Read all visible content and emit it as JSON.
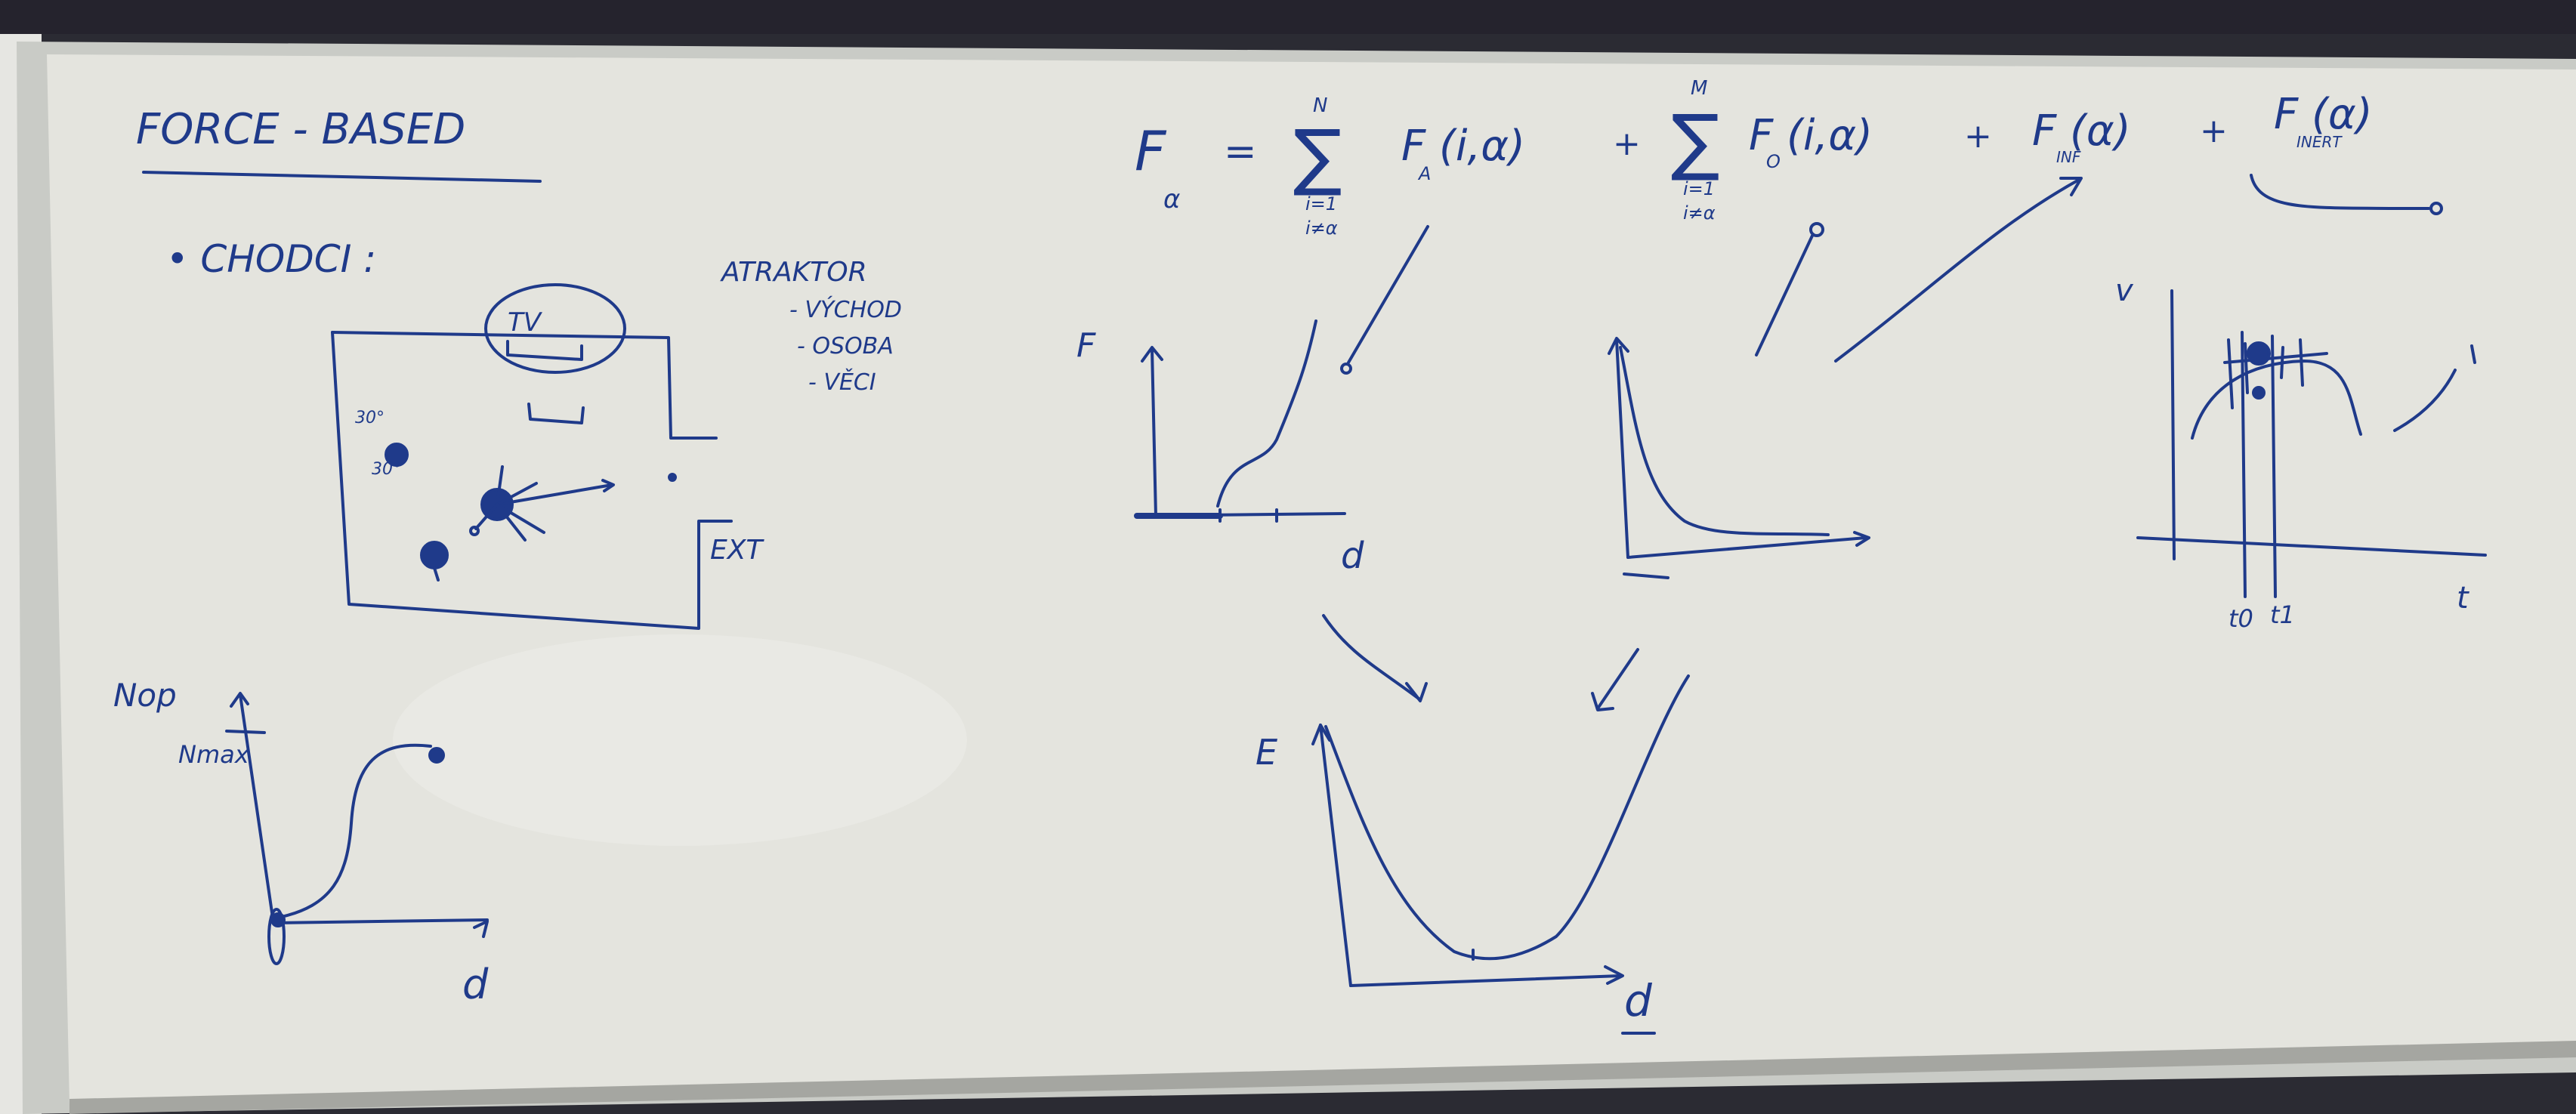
{
  "colors": {
    "wall": "#2b2b33",
    "frame": "#cfd0cc",
    "board": "#e3e3dd",
    "board_shadow": "#d2d4cd",
    "ink": "#1f3a8a",
    "tray": "#9a9a95"
  },
  "board": {
    "title": "FORCE - BASED",
    "bullet": "• CHODCI :",
    "attractor": {
      "heading": "ATRAKTOR",
      "items": [
        "- VÝCHOD",
        "- OSOBA",
        "- VĚCI"
      ]
    },
    "room": {
      "tv": "TV",
      "exit": "EXT",
      "angle_top": "30°",
      "angle_bottom": "30°"
    },
    "equation": {
      "lhs": "F",
      "lhs_sub": "α",
      "equals": "=",
      "sum1_upper": "N",
      "sum1_lower1": "i=1",
      "sum1_lower2": "i≠α",
      "term1": "F (i,α)",
      "term1_sub": "A",
      "plus1": "+",
      "sum2_upper": "M",
      "sum2_lower1": "i=1",
      "sum2_lower2": "i≠α",
      "term2": "F (i,α)",
      "term2_sub": "O",
      "plus2": "+",
      "term3": "F (α)",
      "term3_sub": "INF",
      "plus3": "+",
      "term4": "F (α)",
      "term4_sub": "INERT"
    },
    "graph_force_attr": {
      "y_label": "F",
      "x_label": "d"
    },
    "graph_energy": {
      "y_label": "E",
      "x_label": "d"
    },
    "graph_velocity": {
      "y_label": "v",
      "x_label": "t",
      "t0": "t0",
      "t1": "t1"
    },
    "graph_nop": {
      "y_label": "Nop",
      "y_tick": "Nmax",
      "x_label": "d"
    }
  }
}
